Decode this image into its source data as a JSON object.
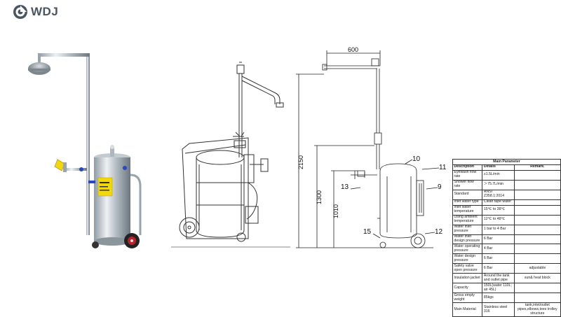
{
  "brand": {
    "name": "WDJ",
    "logo_icon": "wdj-logo-icon",
    "color": "#4a5562"
  },
  "drawing": {
    "dimensions": {
      "top": "600",
      "overall_height": "2150",
      "mid_height": "1300",
      "inlet_height": "1010"
    },
    "callouts": [
      "10",
      "11",
      "13",
      "9",
      "15",
      "12"
    ]
  },
  "params": {
    "title": "Main Parameter",
    "headers": [
      "Description",
      "Details",
      "Remark."
    ],
    "rows": [
      {
        "desc": "Eyewash flow rate",
        "detail": "≥1.5L/min",
        "remark": ""
      },
      {
        "desc": "Shower flow rate",
        "detail": "＞75.7L/min",
        "remark": ""
      },
      {
        "desc": "Standard",
        "detail": "ANSI Z358.1:2014",
        "remark": ""
      },
      {
        "desc": "Inlet water type",
        "detail": "Clean tape water",
        "remark": ""
      },
      {
        "desc": "Inlet water temperature",
        "detail": "15℃ to 38℃",
        "remark": ""
      },
      {
        "desc": "Using ambient temperature",
        "detail": "12℃ to 48℃",
        "remark": ""
      },
      {
        "desc": "Water inlet pressure",
        "detail": "1 bar to 4 Bar",
        "remark": ""
      },
      {
        "desc": "Water inlet design pressure",
        "detail": "6 Bar",
        "remark": ""
      },
      {
        "desc": "Water operating pressure",
        "detail": "4 Bar",
        "remark": ""
      },
      {
        "desc": "Water design pressure",
        "detail": "6 Bar",
        "remark": ""
      },
      {
        "desc": "Safety valve open pressure",
        "detail": "6 Bar",
        "remark": "adjustable"
      },
      {
        "desc": "Insulation jacket",
        "detail": "Around the tank and outlet pipe",
        "remark": "sun& heat block"
      },
      {
        "desc": "Capacity",
        "detail": "150L(water 110L; air 45L)",
        "remark": ""
      },
      {
        "desc": "Gross empty weight",
        "detail": "85kgs",
        "remark": ""
      },
      {
        "desc": "Main Material",
        "detail": "Stainless steel 316",
        "remark": "tank,inlet/outlet pipes,elbows,tees trolley structure"
      }
    ]
  }
}
